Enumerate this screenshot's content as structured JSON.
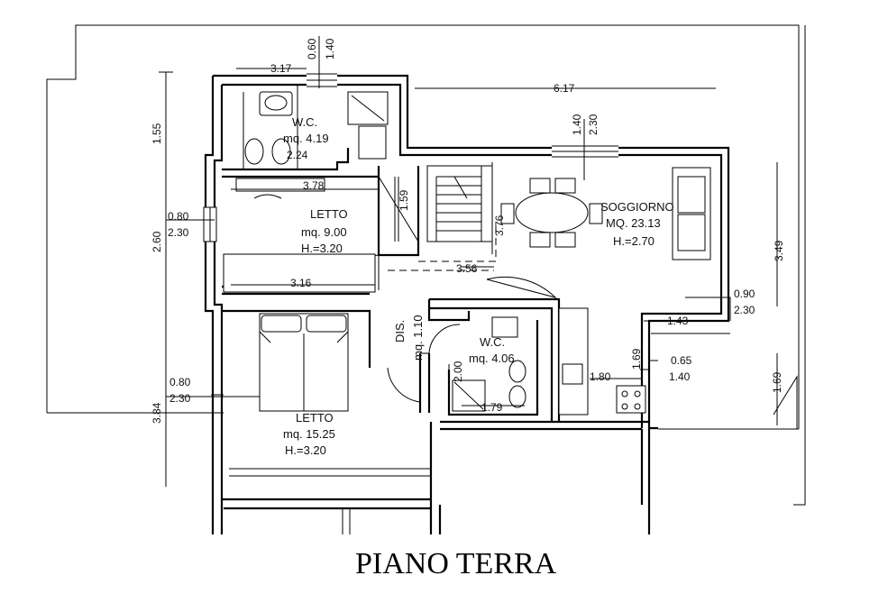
{
  "title": "PIANO TERRA",
  "rooms": {
    "wc_top": {
      "name": "W.C.",
      "area": "mq. 4.19"
    },
    "letto_small": {
      "name": "LETTO",
      "area": "mq. 9.00",
      "height": "H.=3.20"
    },
    "letto_big": {
      "name": "LETTO",
      "area": "mq. 15.25",
      "height": "H.=3.20"
    },
    "soggiorno": {
      "name": "SOGGIORNO",
      "area": "MQ. 23.13",
      "height": "H.=2.70"
    },
    "wc_mid": {
      "name": "W.C.",
      "area": "mq. 4.06"
    },
    "dis": {
      "name": "DIS.",
      "area": "mq. 1.10"
    }
  },
  "dimensions": {
    "d_3_17": "3.17",
    "d_0_60": "0.60",
    "d_1_40_top": "1.40",
    "d_6_17": "6.17",
    "d_1_40_sog": "1.40",
    "d_2_30_sog": "2.30",
    "d_1_55": "1.55",
    "d_2_24": "2.24",
    "d_3_78": "3.78",
    "d_1_59": "1.59",
    "d_3_76": "3.76",
    "d_0_80_a": "0.80",
    "d_2_30_a": "2.30",
    "d_2_60": "2.60",
    "d_3_56": "3.56",
    "d_3_16": "3.16",
    "d_3_49": "3.49",
    "d_0_90": "0.90",
    "d_2_30_b": "2.30",
    "d_1_43": "1.43",
    "d_1_69_a": "1.69",
    "d_0_65": "0.65",
    "d_1_40_b": "1.40",
    "d_1_80": "1.80",
    "d_1_69_b": "1.69",
    "d_2_00": "2.00",
    "d_1_79": "1.79",
    "d_0_80_b": "0.80",
    "d_2_30_c": "2.30",
    "d_3_84": "3.84"
  }
}
